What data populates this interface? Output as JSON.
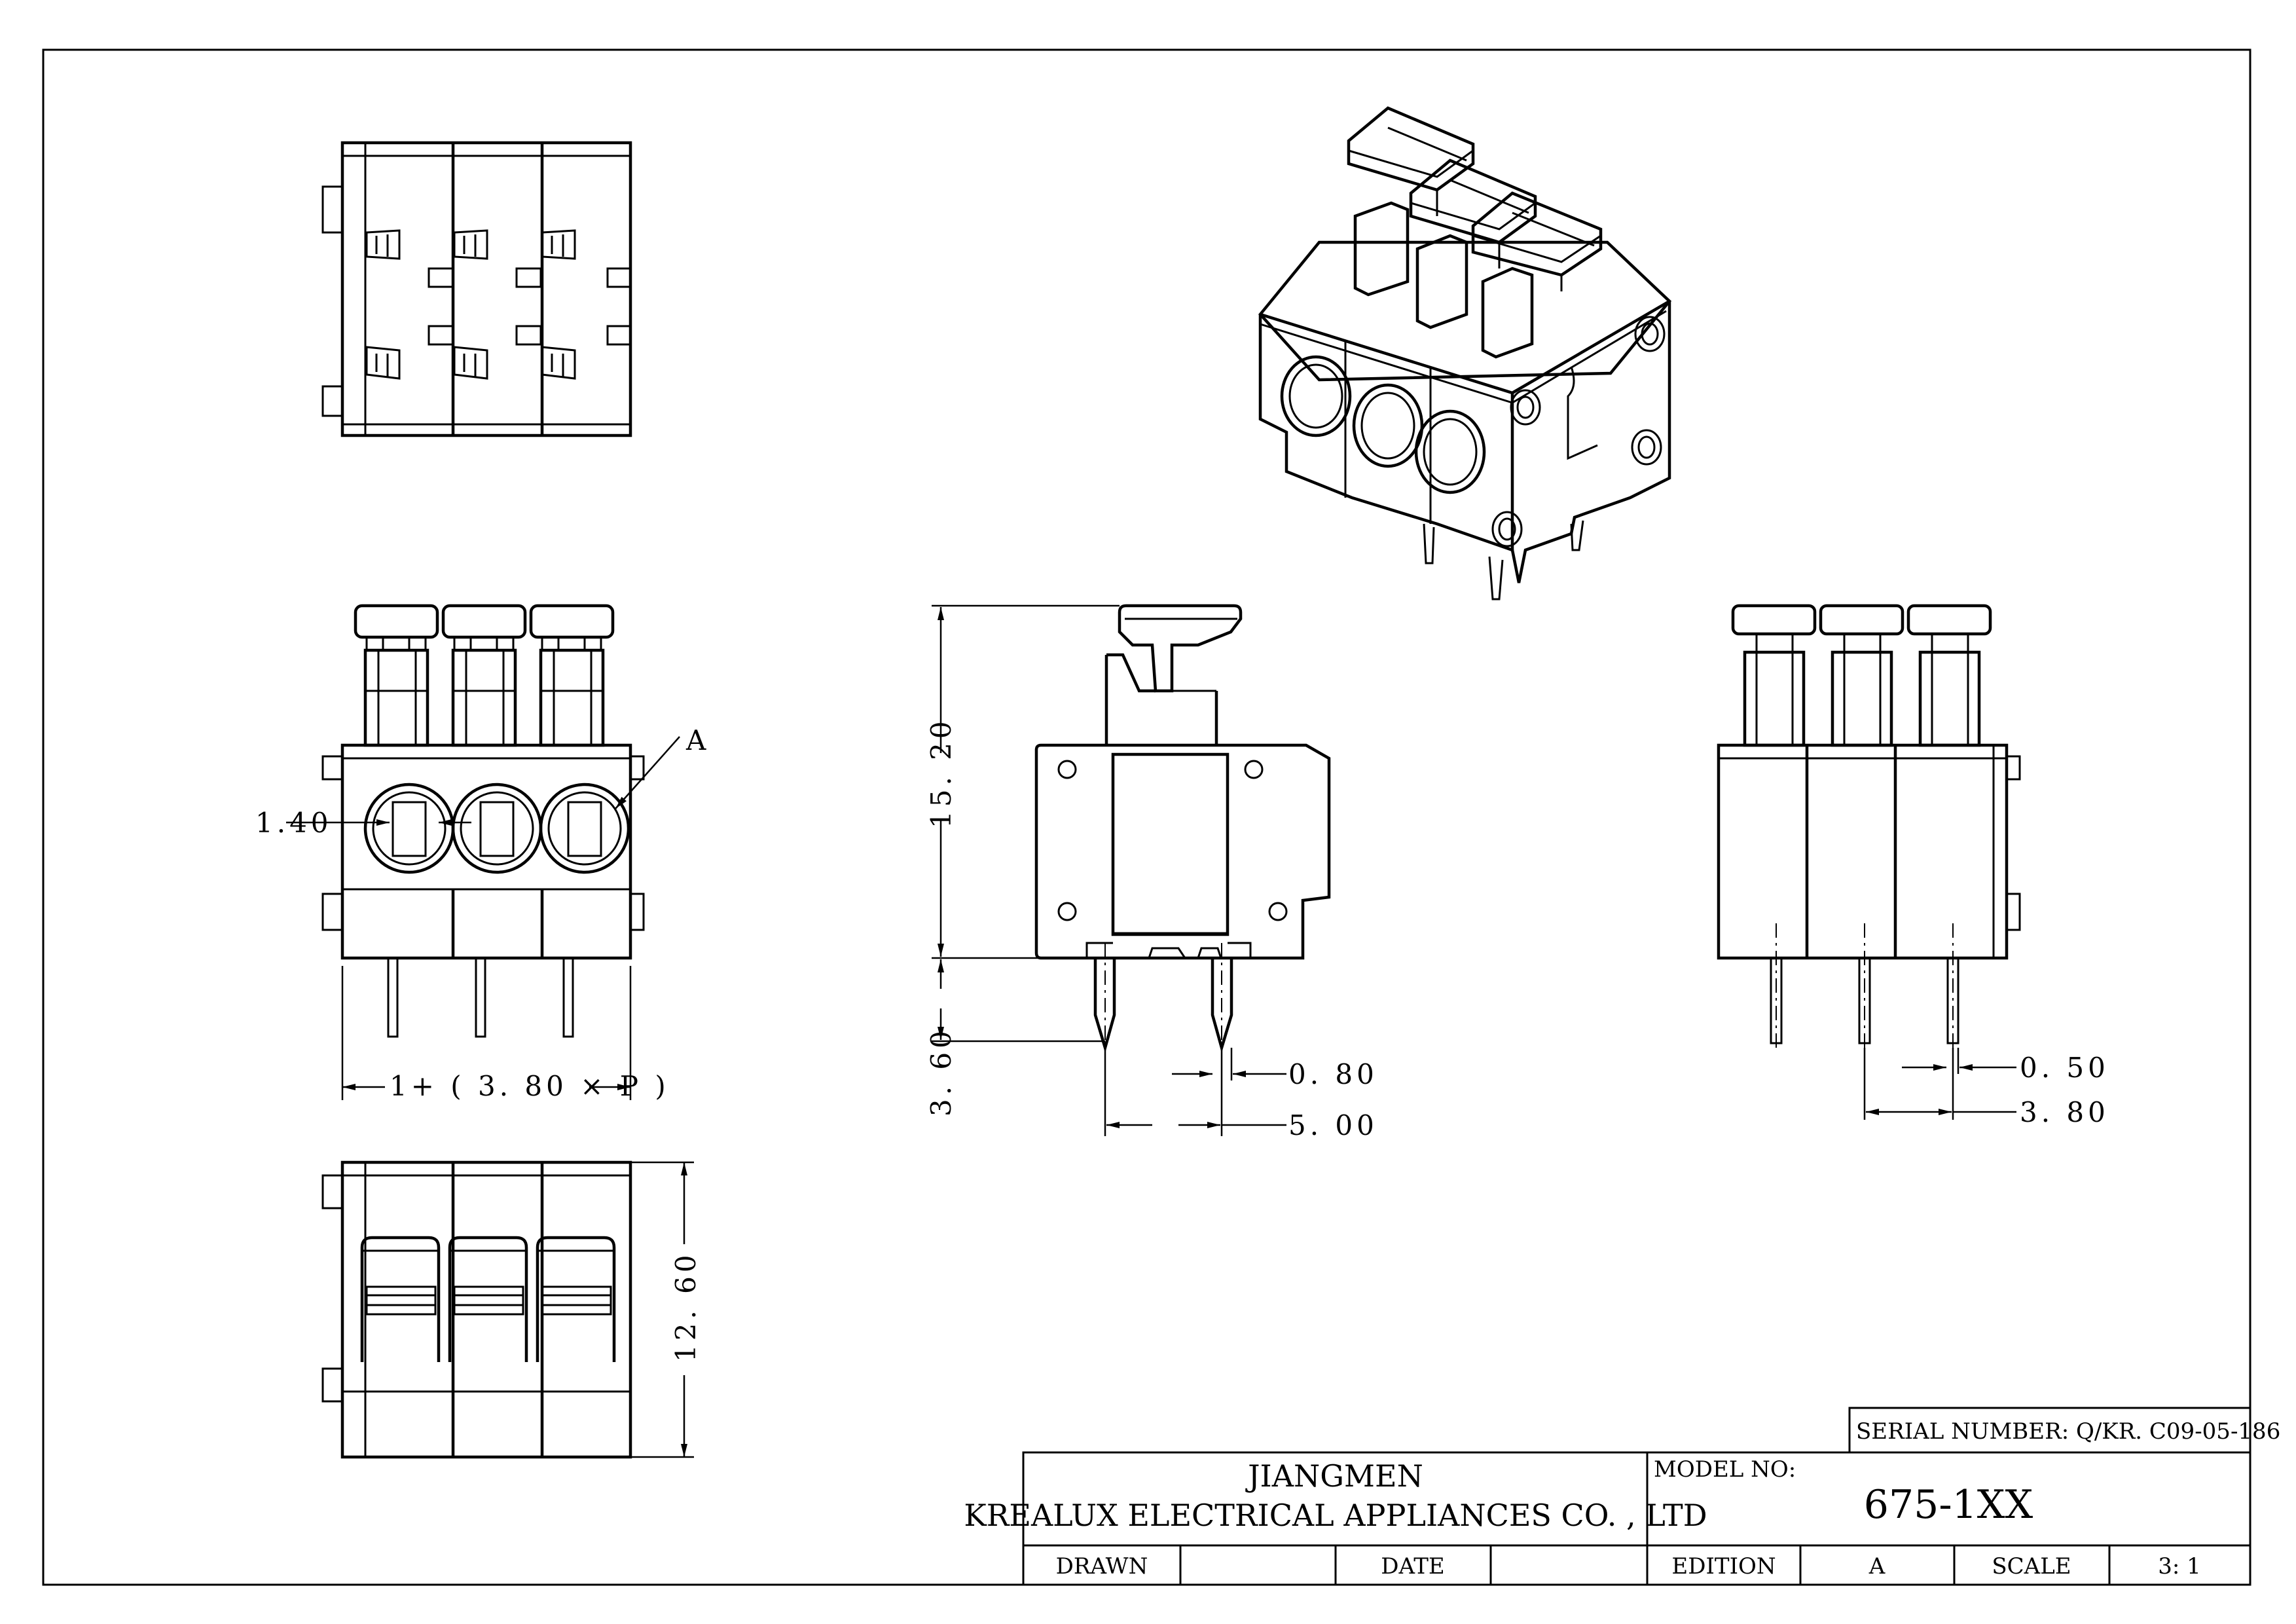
{
  "dimensions": {
    "pin_offset": "1.40",
    "label_a": "A",
    "pitch_formula": "1+ ( 3. 80 × P )",
    "height": "15. 20",
    "pin_length": "3. 60",
    "pin_width_side": "0. 80",
    "pin_span": "5. 00",
    "pin_width_right": "0. 50",
    "pitch_right": "3. 80",
    "depth": "12. 60"
  },
  "title_block": {
    "serial": "SERIAL NUMBER: Q/KR. C09-05-186",
    "company_city": "JIANGMEN",
    "company_name": "KREALUX ELECTRICAL APPLIANCES CO. , LTD",
    "model_label": "MODEL NO:",
    "model_value": "675-1XX",
    "drawn_label": "DRAWN",
    "drawn_value": "",
    "date_label": "DATE",
    "date_value": "",
    "edition_label": "EDITION",
    "edition_value": "A",
    "scale_label": "SCALE",
    "scale_value": "3: 1"
  }
}
